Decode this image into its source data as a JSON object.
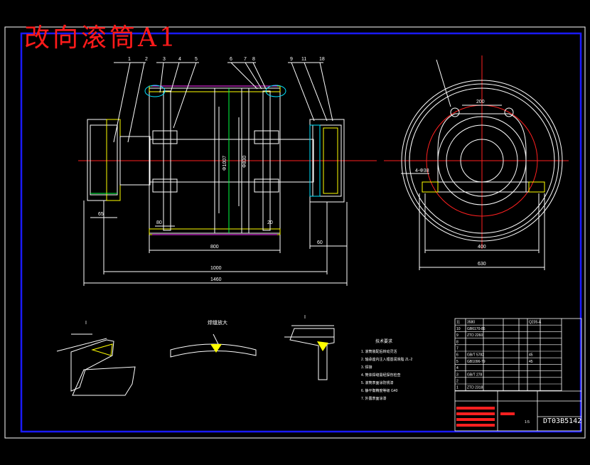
{
  "title": "改向滚筒A1",
  "colors": {
    "red": "#ff2020",
    "white": "#ffffff",
    "cyan": "#00e5ff",
    "yellow": "#ffff00",
    "green": "#00ff40",
    "blue": "#1a1aff",
    "magenta": "#ff30ff"
  },
  "part_labels": [
    "1",
    "2",
    "3",
    "4",
    "5",
    "6",
    "7",
    "8",
    "9",
    "11",
    "18"
  ],
  "dimensions": {
    "roll_width": "800",
    "shaft_span": "1000",
    "overall_length": "1460",
    "bearing_offset": "60",
    "end_diameter": "400",
    "frame_size": "630",
    "diam_a": "Φ1007",
    "diam_b": "Φ830",
    "left_hub": "65",
    "note_80": "80",
    "note_20": "20",
    "hole_spec": "4-Φ38",
    "top_span": "200"
  },
  "detail_labels": {
    "detail_1": "I",
    "detail_2": "焊缝放大",
    "detail_3": "I",
    "tech_req_title": "技术要求"
  },
  "tech_requirements": [
    "1. 滚筒装配后转动灵活",
    "2. 轴承座内注入锂基润滑脂 ZL-2",
    "3. 焊接",
    "4. 筒体焊缝需经探伤检查",
    "5. 滚筒表面涂防锈漆",
    "6. 静平衡精度等级 G40",
    "7. 外露表面涂漆"
  ],
  "bom_rows": [
    [
      "11",
      "3580",
      "",
      "",
      "Q235-A"
    ],
    [
      "10",
      "GB6170-86",
      "",
      "",
      ""
    ],
    [
      "9",
      "ZTD 2260",
      "",
      "",
      ""
    ],
    [
      "8",
      "",
      "",
      "",
      ""
    ],
    [
      "7",
      "",
      "",
      "",
      ""
    ],
    [
      "6",
      "GB/T 5782",
      "",
      "",
      "45"
    ],
    [
      "5",
      "GB1096-79",
      "",
      "",
      "45"
    ],
    [
      "4",
      "",
      "",
      "",
      ""
    ],
    [
      "3",
      "GB/T 278",
      "",
      "",
      ""
    ],
    [
      "2",
      "",
      "",
      "",
      ""
    ],
    [
      "1",
      "ZTD 2318",
      "",
      "",
      ""
    ]
  ],
  "title_block": {
    "drawing_no": "DT03B5142",
    "scale": "1:5"
  }
}
